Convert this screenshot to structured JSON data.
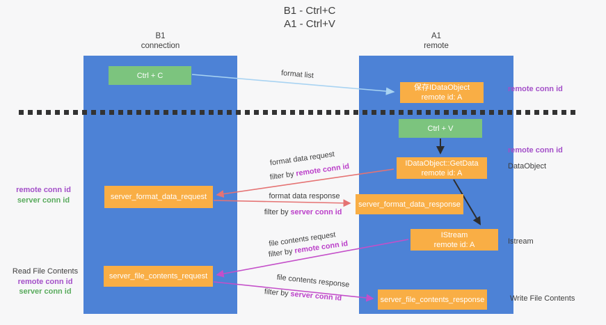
{
  "title": {
    "line1": "B1 - Ctrl+C",
    "line2": "A1 - Ctrl+V"
  },
  "columns": {
    "left": {
      "header": {
        "line1": "B1",
        "line2": "connection"
      }
    },
    "right": {
      "header": {
        "line1": "A1",
        "line2": "remote"
      }
    }
  },
  "nodes": {
    "ctrl_c": {
      "label": "Ctrl + C"
    },
    "ctrl_v": {
      "label": "Ctrl + V"
    },
    "save_idataobject": {
      "line1": "保存IDataObject",
      "line2": "remote id: A"
    },
    "idataobject_getdata": {
      "line1": "IDataObject::GetData",
      "line2": "remote id: A"
    },
    "istream": {
      "line1": "IStream",
      "line2": "remote id: A"
    },
    "server_format_data_request": {
      "label": "server_format_data_request"
    },
    "server_format_data_response": {
      "label": "server_format_data_response"
    },
    "server_file_contents_request": {
      "label": "server_file_contents_request"
    },
    "server_file_contents_response": {
      "label": "server_file_contents_response"
    }
  },
  "right_labels": {
    "remote_conn_id_top": "remote conn id",
    "remote_conn_id_mid": "remote conn id",
    "dataobject": "DataObject",
    "istream": "Istream",
    "write_file_contents": "Write File Contents"
  },
  "left_labels": {
    "format_block": {
      "remote_conn_id": "remote conn id",
      "server_conn_id": "server conn id"
    },
    "file_block": {
      "read_file_contents": "Read File Contents",
      "remote_conn_id": "remote conn id",
      "server_conn_id": "server conn id"
    }
  },
  "arrow_labels": {
    "format_list": "format list",
    "format_data_request": "format data request",
    "format_data_request_filter": {
      "prefix": "filter by ",
      "highlight": "remote conn id"
    },
    "format_data_response": "format data response",
    "format_data_response_filter": {
      "prefix": "filter by ",
      "highlight": "server conn id"
    },
    "file_contents_request": "file contents request",
    "file_contents_request_filter": {
      "prefix": "filter by ",
      "highlight": "remote conn id"
    },
    "file_contents_response": "file contents response",
    "file_contents_response_filter": {
      "prefix": "filter by ",
      "highlight": "server conn id"
    }
  },
  "colors": {
    "background": "#f7f7f8",
    "column_blue": "#4d82d6",
    "node_green": "#7cc47e",
    "node_orange": "#f9ae45",
    "node_text": "#ffffff",
    "arrow_light_blue": "#a8d3f2",
    "arrow_red": "#e57373",
    "arrow_magenta": "#c44fc9",
    "arrow_black": "#2d2d2d",
    "text_dark": "#3d3d3d",
    "purple_label": "#a34fc8",
    "magenta_label": "#bb3fc9",
    "green_label": "#5aab5e",
    "dash_line": "#333333"
  }
}
